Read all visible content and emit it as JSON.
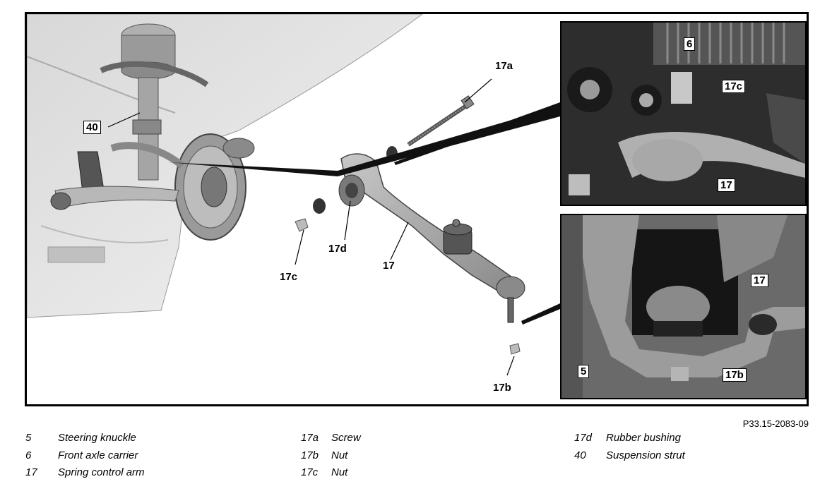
{
  "figure": {
    "reference_code": "P33.15-2083-09",
    "callouts": {
      "arm_17a": "17a",
      "arm_17c": "17c",
      "arm_17d": "17d",
      "arm_17": "17",
      "arm_17b": "17b",
      "left_40": "40",
      "top_6": "6",
      "top_17c": "17c",
      "top_17": "17",
      "bottom_17": "17",
      "bottom_5": "5",
      "bottom_17b": "17b"
    }
  },
  "legend": [
    {
      "number": "5",
      "text": "Steering knuckle"
    },
    {
      "number": "6",
      "text": "Front axle carrier"
    },
    {
      "number": "17",
      "text": "Spring control arm"
    },
    {
      "number": "17a",
      "text": "Screw"
    },
    {
      "number": "17b",
      "text": "Nut"
    },
    {
      "number": "17c",
      "text": "Nut"
    },
    {
      "number": "17d",
      "text": "Rubber bushing"
    },
    {
      "number": "40",
      "text": "Suspension strut"
    }
  ]
}
